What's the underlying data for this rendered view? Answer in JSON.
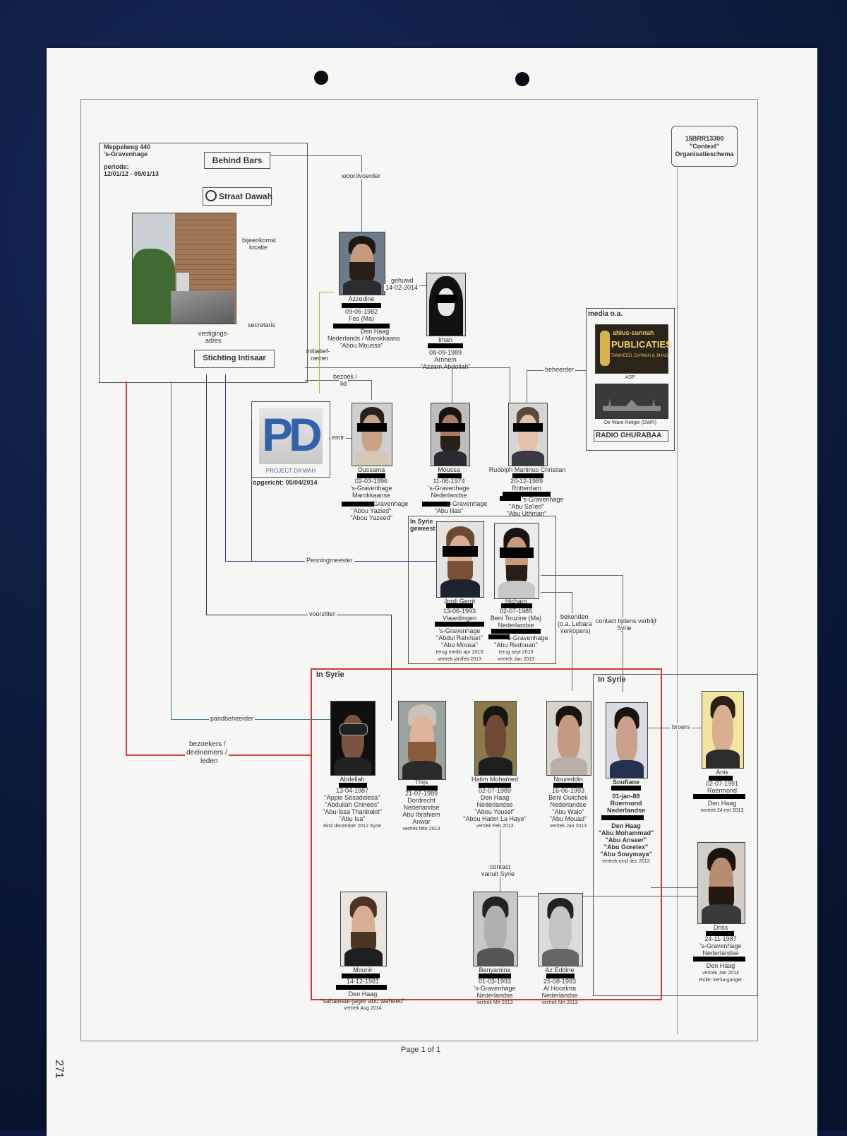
{
  "header": {
    "case_code": "15BRR13300",
    "context": "\"Context\"",
    "schema": "Organisatieschema"
  },
  "location": {
    "address": "Meppelweg 440",
    "city": "'s-Gravenhage",
    "period_label": "periode:",
    "period": "12/01/12 - 05/01/13",
    "behind_bars": "Behind Bars",
    "straat_dawah": "Straat Dawah",
    "bijeenkomst": "bijeenkomst",
    "locatie": "locatie",
    "vestigings": "vestigings-",
    "adres": "adres",
    "secretaris": "secretaris",
    "stichting": "Stichting Intisaar",
    "initiatief": "initiatief-",
    "nemer": "nemer"
  },
  "relations": {
    "woordvoerder": "woordvoerder",
    "gehuwd": "gehuwd",
    "gehuwd_date": "14-02-2014",
    "bezoek": "bezoek /",
    "lid": "lid",
    "beheerder": "beheerder",
    "emir": "emir",
    "penningmeester": "Penningmeester",
    "voorzitter": "voorzitter",
    "pandbeheerder": "pandbeheerder",
    "bezoekers1": "bezoekers /",
    "bezoekers2": "deelnemers /",
    "bezoekers3": "leden",
    "bekenden1": "bekenden",
    "bekenden2": "(o.a. Lebara",
    "bekenden3": "verkopers)",
    "contact_syrie1": "contact tijdens verblijf",
    "contact_syrie2": "Syrie",
    "broers": "broers",
    "contact_vanuit1": "contact",
    "contact_vanuit2": "vanuit Syrie"
  },
  "media": {
    "title": "media o.a.",
    "asp_top": "ahlus-sunnah",
    "asp_main": "PUBLICATIES",
    "asp_sub": "TAWHEED, DA'WAH & JIHAD",
    "asp_caption": "ASP",
    "dwr_caption": "De Ware Religie (DWR)",
    "radio": "RADIO GHURABAA"
  },
  "project_dawah": {
    "letters": "PD",
    "name": "PROJECT DA'WAH",
    "opgericht": "opgericht: 05/04/2014"
  },
  "groups": {
    "in_syrie_geweest1": "In Syrie",
    "in_syrie_geweest2": "geweest",
    "in_syrie_main": "In Syrie",
    "in_syrie_right": "In Syrie"
  },
  "people": {
    "azzedine": {
      "name": "Azzedine",
      "l1": "09-06-1982",
      "l2": "Fes (Ma)",
      "l3": "Den Haag",
      "l4": "Nederlands / Marokkaans",
      "l5": "\"Abou Moussa\""
    },
    "iman": {
      "name": "Iman",
      "l1": "08-09-1989",
      "l2": "Arnhem",
      "l3": "\"Azzam Abdollah\""
    },
    "oussama": {
      "name": "Oussama",
      "l1": "02-03-1996",
      "l2": "'s-Gravenhage",
      "l3": "Marokkaanse",
      "l4": "'s-Gravenhage",
      "l5": "\"Abou Yazied\"",
      "l6": "\"Abou Yazeed\""
    },
    "moussa": {
      "name": "Moussa",
      "l1": "11-06-1974",
      "l2": "'s-Gravenhage",
      "l3": "Nederlandse",
      "l4": "'s-Gravenhage",
      "l5": "\"Abu Ilias\""
    },
    "rudolph": {
      "name": "Rudolph Martinus Christian",
      "l1": "20-12-1989",
      "l2": "Rotterdam",
      "l3": "'s-Gravenhage",
      "l4": "\"Abu Sa'ied\"",
      "l5": "\"Abu Uthman\""
    },
    "jordi": {
      "name": "Jordi Gerrit",
      "l1": "13-06-1993",
      "l2": "Vlaardingen",
      "l3": "'s-Gravenhage",
      "l4": "\"Abdul Rahman\"",
      "l5": "\"Abu Mousa\"",
      "l6": "terug medio apr 2013",
      "l7": "vertrek jan/feb 2013"
    },
    "hicham": {
      "name": "Hicham",
      "l1": "02-07-1985",
      "l2": "Beni Touzine (Ma)",
      "l3": "Nederlandse",
      "l4": "'s-Gravenhage",
      "l5": "\"Abu Redouan\"",
      "l6": "terug sept 2013",
      "l7": "vertrek Jan 2013"
    },
    "abdellah": {
      "name": "Abdellah",
      "l1": "13-04-1987",
      "l2": "\"Appie Sesadelesa\"",
      "l3": "\"Abdullah Chinees\"",
      "l4": "\"Abu-Issa Thanbakit\"",
      "l5": "\"Abu Isa\"",
      "l6": "eind december 2012 Syrie"
    },
    "thijs": {
      "name": "Thijs",
      "l1": "21-07-1989",
      "l2": "Dordrecht",
      "l3": "Nederlandse",
      "l4": "Abu Ibrahiem",
      "l5": "Anwar",
      "l6": "vertrek febr 2013"
    },
    "hatim": {
      "name": "Hatim Mohamed",
      "l1": "02-07-1989",
      "l2": "Den Haag",
      "l3": "Nederlandse",
      "l4": "\"Abou Yousef\"",
      "l5": "\"Abou Hatim La Haye\"",
      "l6": "vertrek Feb 2013"
    },
    "noureddin": {
      "name": "Noureddin",
      "l1": "16-06-1993",
      "l2": "Beni Oulichek",
      "l3": "Nederlandse",
      "l4": "\"Abu Walo\"",
      "l5": "\"Abu Mouad\"",
      "l6": "vertrek Jan 2013"
    },
    "soufiane": {
      "name": "Soufiane",
      "l1": "01-jan-88",
      "l2": "Roermond",
      "l3": "Nederlandse",
      "l4": "Den Haag",
      "l5": "\"Abu Mohammad\"",
      "l6": "\"Abu Anseer\"",
      "l7": "\"Abu Goretex\"",
      "l8": "\"Abu Souymaya\"",
      "l9": "vertrek eind dec 2013"
    },
    "anis": {
      "name": "Anis",
      "l1": "02-07-1991",
      "l2": "Roermond",
      "l3": "Den Haag",
      "l4": "vertrek 24 mrt 2013"
    },
    "driss": {
      "name": "Driss",
      "l1": "24-11-1987",
      "l2": "'s-Gravenhage",
      "l3": "Nederlandse",
      "l4": "Den Haag",
      "l5": "vertrek Jan 2014",
      "l6": "Rolle: kenia-ganger"
    },
    "mounir": {
      "name": "Mounir",
      "l1": "14-12-1981",
      "l2": "Den Haag",
      "l3": "\"sahawaat-jager abu waheed\"",
      "l4": "vertrek Aug 2014"
    },
    "benyamine": {
      "name": "Benyamine",
      "l1": "01-03-1993",
      "l2": "'s-Gravenhage",
      "l3": "Nederlandse",
      "l4": "vertrek Mrt 2013"
    },
    "azeddine": {
      "name": "Az Eddine",
      "l1": "25-08-1993",
      "l2": "Al Hoceima",
      "l3": "Nederlandse",
      "l4": "vertrek Mrt 2013"
    }
  },
  "footer": {
    "page": "Page 1 of 1",
    "number": "271"
  },
  "colors": {
    "red_border": "#d23a32",
    "blue_line": "#3f7b93",
    "navy_line": "#2c3b6b",
    "green_line": "#9cc23a",
    "paper": "#f6f6f4"
  }
}
